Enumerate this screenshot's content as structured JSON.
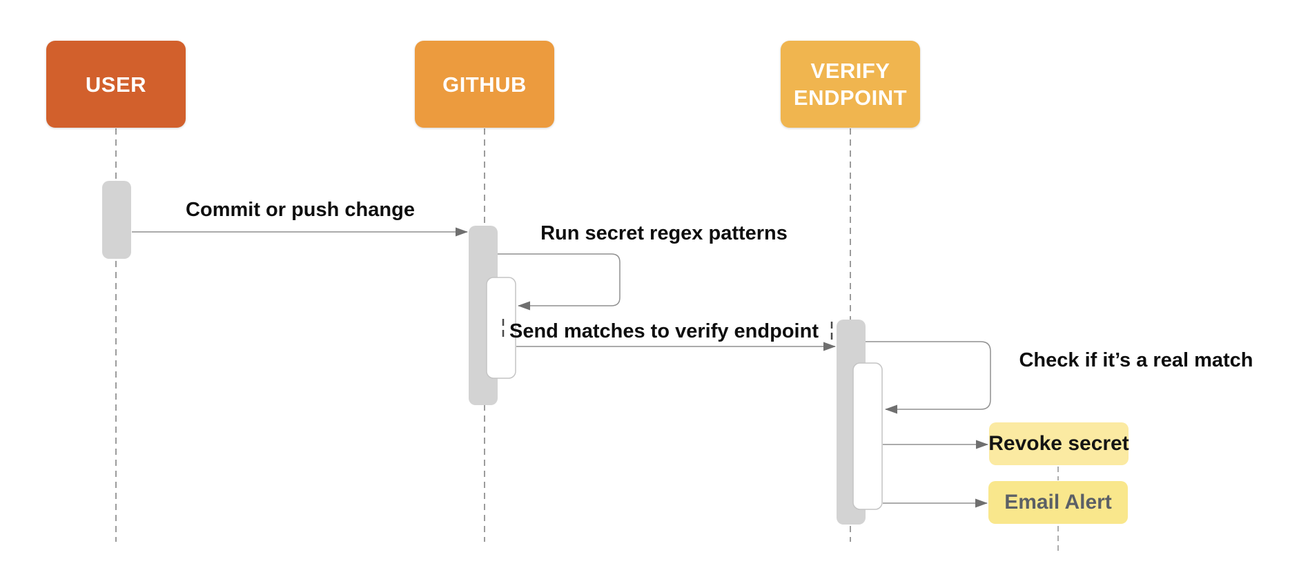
{
  "background": "#FFFFFF",
  "actors": [
    {
      "label": "USER",
      "color": "#D2602C"
    },
    {
      "label": "GITHUB",
      "color": "#EC9B3E"
    },
    {
      "label": "VERIFY\nENDPOINT",
      "color": "#F0B54F"
    }
  ],
  "messages": [
    {
      "label": "Commit or push change",
      "from": "USER",
      "to": "GITHUB",
      "kind": "solid-arrow"
    },
    {
      "label": "Run secret regex patterns",
      "from": "GITHUB",
      "to": "GITHUB",
      "kind": "self-loop"
    },
    {
      "label": "Send matches to verify endpoint",
      "from": "GITHUB",
      "to": "VERIFY ENDPOINT",
      "kind": "solid-arrow"
    },
    {
      "label": "Check if it’s a real match",
      "from": "VERIFY ENDPOINT",
      "to": "VERIFY ENDPOINT",
      "kind": "self-loop"
    }
  ],
  "notes": [
    {
      "label": "Revoke secret",
      "fill": "#FBEAA2",
      "text_color": "#141414",
      "from": "VERIFY ENDPOINT"
    },
    {
      "label": "Email Alert",
      "fill": "#F9E78C",
      "text_color": "#5C6066",
      "from": "VERIFY ENDPOINT"
    }
  ],
  "colors": {
    "activation_bar": "#D3D3D3",
    "nested_bar_border": "#C4C4C4",
    "lifeline": "#9B9B9B",
    "arrow_line": "#8F8F8F",
    "arrowhead": "#6F6F6F"
  }
}
